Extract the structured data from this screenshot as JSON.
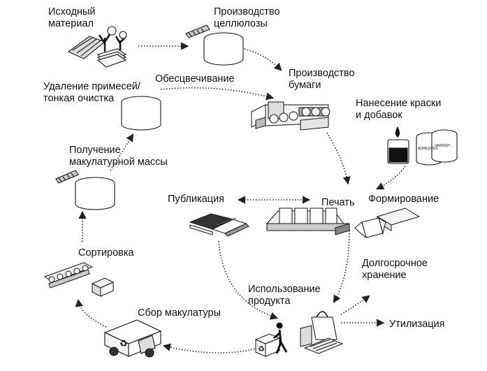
{
  "labels": {
    "source_material": "Исходный\nматериал",
    "pulp_production": "Производство\nцеллюлозы",
    "paper_production": "Производство\nбумаги",
    "ink_additives": "Нанесение краски\nи добавок",
    "deinking": "Обесцвечивание",
    "cleaning": "Удаление примесей/\nтонкая очистка",
    "repulping": "Получение\nмакулатурной массы",
    "publishing": "Публикация",
    "printing": "Печать",
    "converting": "Формирование",
    "sorting": "Сортировка",
    "long_term_storage": "Долгосрочное\nхранение",
    "product_use": "Использование\nпродукта",
    "waste_collection": "Сбор макулатуры",
    "disposal": "Утилизация"
  },
  "can_labels": {
    "adhesives": "ADHESIVES",
    "varnish": "VARNISH"
  }
}
